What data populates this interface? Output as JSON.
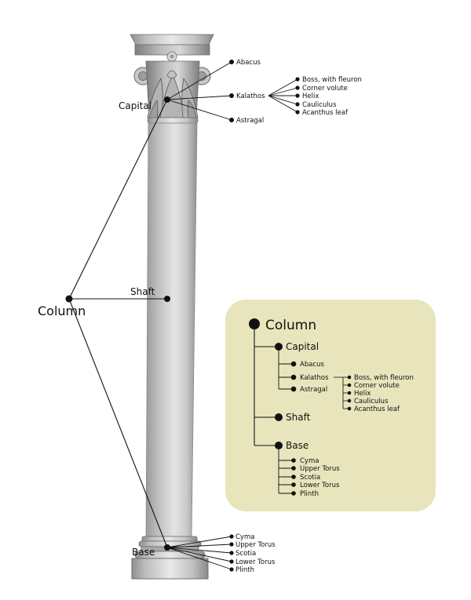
{
  "labels": {
    "column": "Column",
    "capital": "Capital",
    "shaft": "Shaft",
    "base": "Base",
    "abacus": "Abacus",
    "kalathos": "Kalathos",
    "astragal": "Astragal",
    "kalathos_parts": [
      "Boss, with fleuron",
      "Corner volute",
      "Helix",
      "Cauliculus",
      "Acanthus leaf"
    ],
    "base_parts": [
      "Cyma",
      "Upper Torus",
      "Scotia",
      "Lower Torus",
      "Plinth"
    ]
  },
  "legend": {
    "root": "Column",
    "capital": "Capital",
    "capital_parts": [
      "Abacus",
      "Kalathos",
      "Astragal"
    ],
    "kalathos_parts": [
      "Boss, with fleuron",
      "Corner volute",
      "Helix",
      "Cauliculus",
      "Acanthus leaf"
    ],
    "shaft": "Shaft",
    "base": "Base",
    "base_parts": [
      "Cyma",
      "Upper Torus",
      "Scotia",
      "Lower Torus",
      "Plinth"
    ]
  },
  "colors": {
    "legend_panel": "#e8e5bd",
    "line": "#111111",
    "stone_dark": "#8d8d8d",
    "stone_light": "#ececec"
  }
}
